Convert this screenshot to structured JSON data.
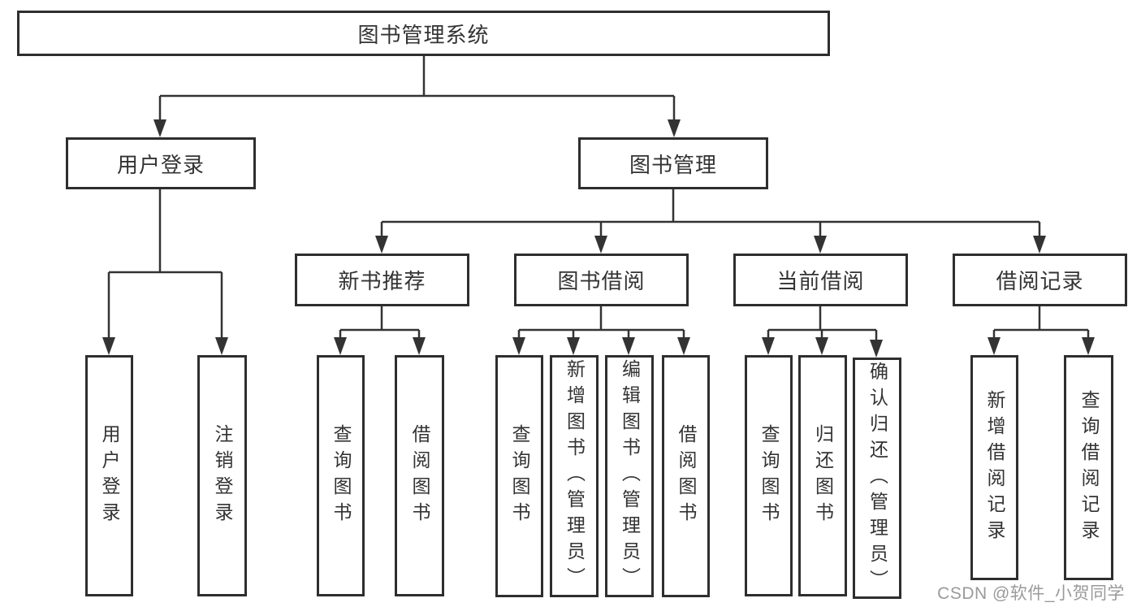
{
  "tree": {
    "label": "图书管理系统",
    "children": [
      {
        "label": "用户登录",
        "children": [
          {
            "label": "用户登录"
          },
          {
            "label": "注销登录"
          }
        ]
      },
      {
        "label": "图书管理",
        "children": [
          {
            "label": "新书推荐",
            "children": [
              {
                "label": "查询图书"
              },
              {
                "label": "借阅图书"
              }
            ]
          },
          {
            "label": "图书借阅",
            "children": [
              {
                "label": "查询图书"
              },
              {
                "label": "新增图书（管理员）"
              },
              {
                "label": "编辑图书（管理员）"
              },
              {
                "label": "借阅图书"
              }
            ]
          },
          {
            "label": "当前借阅",
            "children": [
              {
                "label": "查询图书"
              },
              {
                "label": "归还图书"
              },
              {
                "label": "确认归还（管理员）"
              }
            ]
          },
          {
            "label": "借阅记录",
            "children": [
              {
                "label": "新增借阅记录"
              },
              {
                "label": "查询借阅记录"
              }
            ]
          }
        ]
      }
    ]
  },
  "watermark": {
    "text": "CSDN @软件_小贺同学"
  },
  "colors": {
    "background": "#ffffff",
    "line": "#333333",
    "box_border": "#2e2e2e",
    "text": "#333333",
    "watermark": "#9a9a9a"
  }
}
